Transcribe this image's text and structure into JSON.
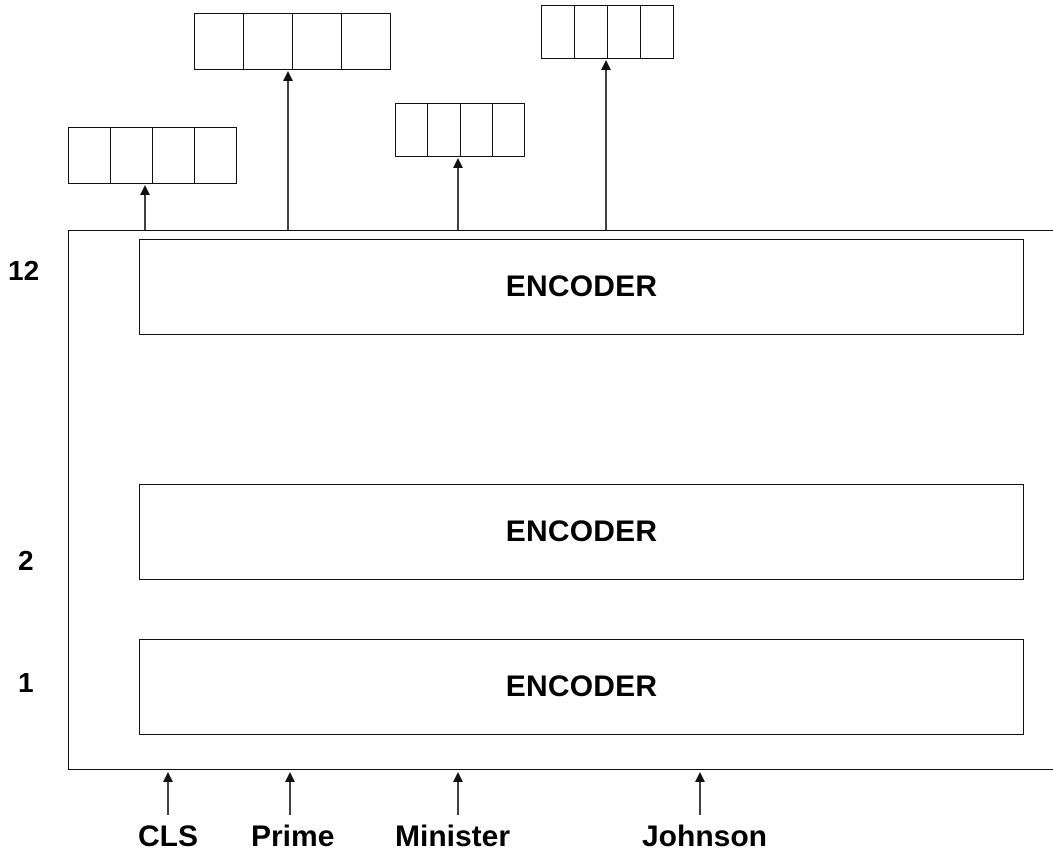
{
  "encoders": [
    {
      "label": "ENCODER",
      "layer": "12"
    },
    {
      "label": "ENCODER",
      "layer": "2"
    },
    {
      "label": "ENCODER",
      "layer": "1"
    }
  ],
  "tokens": [
    "CLS",
    "Prime",
    "Minister",
    "Johnson"
  ],
  "output_vectors": [
    {
      "token": "CLS",
      "cells": 4
    },
    {
      "token": "Prime",
      "cells": 4
    },
    {
      "token": "Minister",
      "cells": 4
    },
    {
      "token": "Johnson",
      "cells": 4
    }
  ],
  "colors": {
    "stroke": "#111111",
    "background": "#ffffff",
    "text": "#000000"
  }
}
